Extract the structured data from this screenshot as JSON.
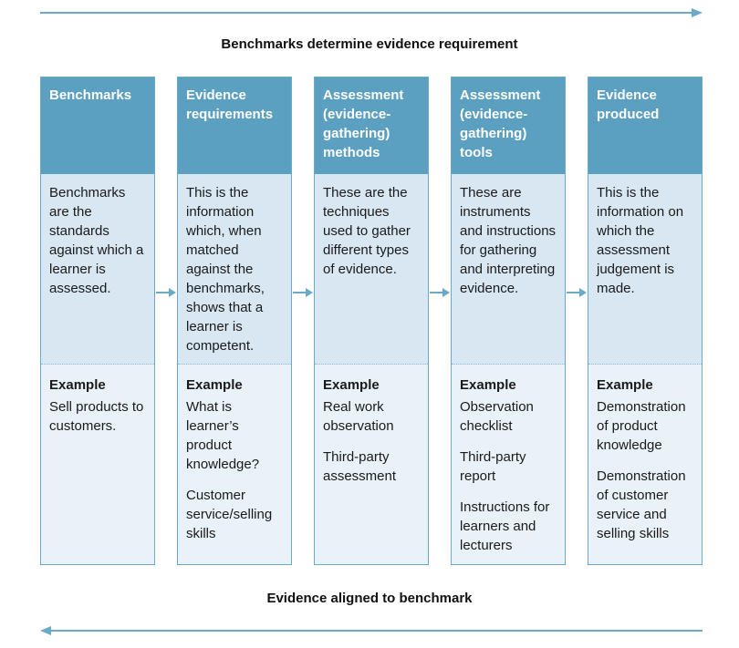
{
  "top_caption": "Benchmarks determine evidence requirement",
  "bottom_caption": "Evidence aligned to benchmark",
  "colors": {
    "header": "#5b9fc1",
    "desc_bg": "#d8e7f1",
    "example_bg": "#e9f2f8",
    "arrow": "#6aa9c8"
  },
  "columns": [
    {
      "title": "Benchmarks",
      "description": "Benchmarks are the standards against which a learner is assessed.",
      "example_label": "Example",
      "examples": [
        "Sell products to customers."
      ]
    },
    {
      "title": "Evidence requirements",
      "description": "This is the information which, when matched against the benchmarks, shows that a learner is competent.",
      "example_label": "Example",
      "examples": [
        "What is learner’s product knowledge?",
        "Customer service/selling skills"
      ]
    },
    {
      "title": "Assessment (evidence-gathering) methods",
      "description": "These are the techniques used to gather different types of evidence.",
      "example_label": "Example",
      "examples": [
        "Real work observation",
        "Third-party assessment"
      ]
    },
    {
      "title": "Assessment (evidence-gathering) tools",
      "description": "These are instruments and instructions for gathering and interpreting evidence.",
      "example_label": "Example",
      "examples": [
        "Observation checklist",
        "Third-party report",
        "Instructions for learners and lecturers"
      ]
    },
    {
      "title": "Evidence produced",
      "description": "This is the information on which the assessment judgement is made.",
      "example_label": "Example",
      "examples": [
        "Demonstration of product knowledge",
        "Demonstration of customer service and selling skills"
      ]
    }
  ]
}
